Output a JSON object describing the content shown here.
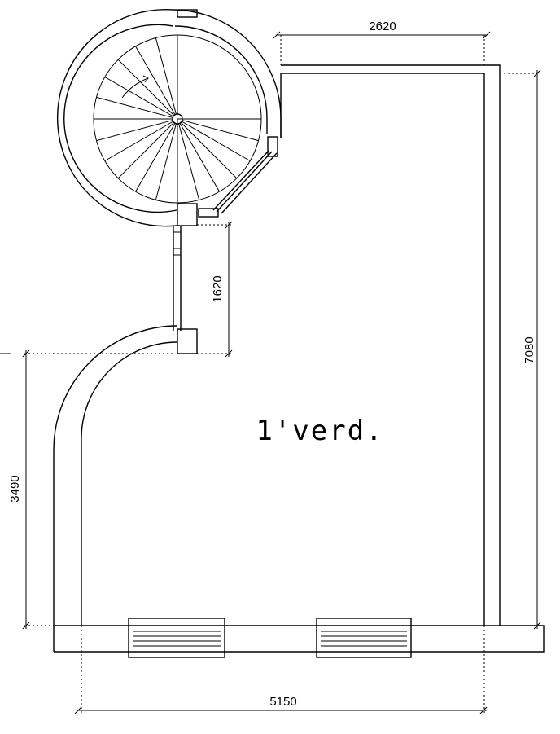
{
  "plan": {
    "room_label": "1'verd.",
    "dimensions": {
      "top": "2620",
      "right": "7080",
      "stair_gap": "1620",
      "left": "3490",
      "bottom": "5150"
    }
  }
}
